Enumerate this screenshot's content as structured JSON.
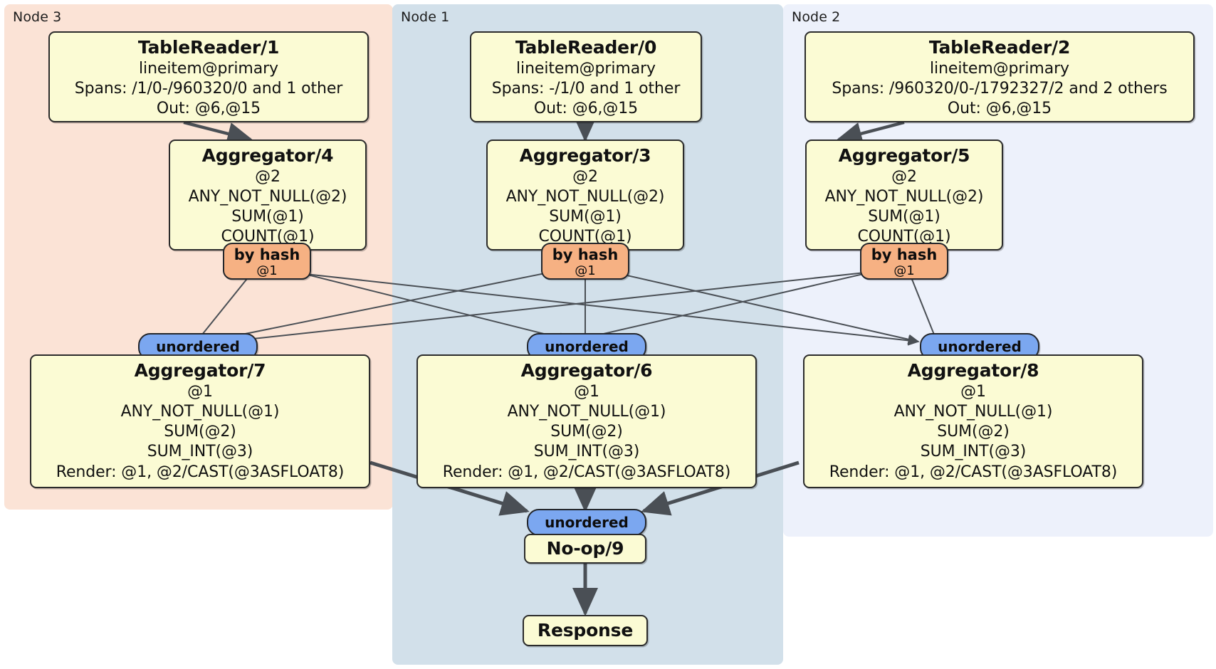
{
  "panels": [
    {
      "label": "Node 3",
      "color": "#fbe3d6"
    },
    {
      "label": "Node 1",
      "color": "#d2e0ea"
    },
    {
      "label": "Node 2",
      "color": "#edf1fb"
    }
  ],
  "colors": {
    "node3_bg": "#fbe3d6",
    "node1_bg": "#d2e0ea",
    "node2_bg": "#edf1fb",
    "box_fill": "#fbfbd4",
    "box_stroke": "#2b2b2b",
    "hash_pill": "#f6b183",
    "unordered_pill": "#7ba7f0",
    "edge": "#4a4f55"
  },
  "table_readers": [
    {
      "title": "TableReader/1",
      "table": "lineitem@primary",
      "spans": "Spans: /1/0-/960320/0 and 1 other",
      "out": "Out: @6,@15"
    },
    {
      "title": "TableReader/0",
      "table": "lineitem@primary",
      "spans": "Spans: -/1/0 and 1 other",
      "out": "Out: @6,@15"
    },
    {
      "title": "TableReader/2",
      "table": "lineitem@primary",
      "spans": "Spans: /960320/0-/1792327/2 and 2 others",
      "out": "Out: @6,@15"
    }
  ],
  "aggregators_top": [
    {
      "title": "Aggregator/4",
      "group": "@2",
      "agg1": "ANY_NOT_NULL(@2)",
      "agg2": "SUM(@1)",
      "agg3": "COUNT(@1)"
    },
    {
      "title": "Aggregator/3",
      "group": "@2",
      "agg1": "ANY_NOT_NULL(@2)",
      "agg2": "SUM(@1)",
      "agg3": "COUNT(@1)"
    },
    {
      "title": "Aggregator/5",
      "group": "@2",
      "agg1": "ANY_NOT_NULL(@2)",
      "agg2": "SUM(@1)",
      "agg3": "COUNT(@1)"
    }
  ],
  "hash_pills": [
    {
      "label": "by hash",
      "column": "@1"
    },
    {
      "label": "by hash",
      "column": "@1"
    },
    {
      "label": "by hash",
      "column": "@1"
    }
  ],
  "unordered_mid": [
    {
      "label": "unordered"
    },
    {
      "label": "unordered"
    },
    {
      "label": "unordered"
    }
  ],
  "aggregators_bottom": [
    {
      "title": "Aggregator/7",
      "group": "@1",
      "agg1": "ANY_NOT_NULL(@1)",
      "agg2": "SUM(@2)",
      "agg3": "SUM_INT(@3)",
      "render": "Render: @1, @2/CAST(@3ASFLOAT8)"
    },
    {
      "title": "Aggregator/6",
      "group": "@1",
      "agg1": "ANY_NOT_NULL(@1)",
      "agg2": "SUM(@2)",
      "agg3": "SUM_INT(@3)",
      "render": "Render: @1, @2/CAST(@3ASFLOAT8)"
    },
    {
      "title": "Aggregator/8",
      "group": "@1",
      "agg1": "ANY_NOT_NULL(@1)",
      "agg2": "SUM(@2)",
      "agg3": "SUM_INT(@3)",
      "render": "Render: @1, @2/CAST(@3ASFLOAT8)"
    }
  ],
  "final": {
    "unordered": "unordered",
    "noop": "No-op/9",
    "response": "Response"
  }
}
